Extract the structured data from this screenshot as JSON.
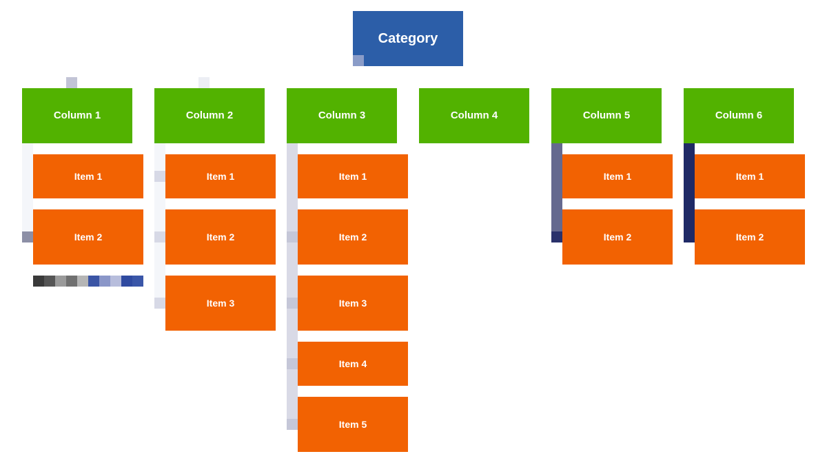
{
  "diagram": {
    "root": {
      "label": "Category"
    },
    "columns": [
      {
        "label": "Column 1",
        "spine_color": "#f4f6fa",
        "tick_color": "#8c8fa6",
        "items": [
          "Item 1",
          "Item 2"
        ]
      },
      {
        "label": "Column 2",
        "spine_color": "#f4f6fa",
        "tick_color": "#d7d9e6",
        "items": [
          "Item 1",
          "Item 2",
          "Item 3"
        ]
      },
      {
        "label": "Column 3",
        "spine_color": "#d9dae6",
        "tick_color": "#c5c7d8",
        "items": [
          "Item 1",
          "Item 2",
          "Item 3",
          "Item 4",
          "Item 5"
        ]
      },
      {
        "label": "Column 4",
        "spine_color": "",
        "tick_color": "",
        "items": []
      },
      {
        "label": "Column 5",
        "spine_color": "#65698f",
        "tick_color": "#2a316b",
        "items": [
          "Item 1",
          "Item 2"
        ]
      },
      {
        "label": "Column 6",
        "spine_color": "#1f2a66",
        "tick_color": "#1f2a66",
        "items": [
          "Item 1",
          "Item 2"
        ]
      }
    ],
    "legend_swatches": [
      "#3a3a3a",
      "#555555",
      "#9a9a9a",
      "#707070",
      "#b5b5b5",
      "#3b55a5",
      "#8a96c8",
      "#b7bddc",
      "#2f4aa0",
      "#3a56a8"
    ],
    "colors": {
      "root": "#2c5ea8",
      "category": "#52b200",
      "item": "#f26202"
    }
  }
}
